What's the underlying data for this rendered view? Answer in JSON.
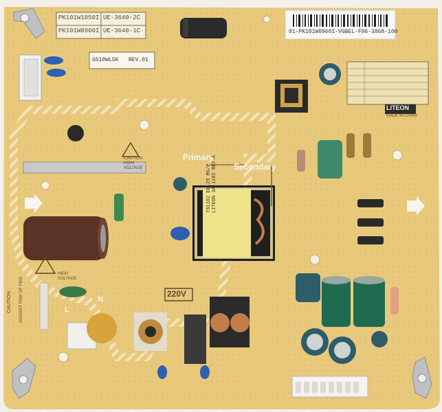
{
  "board": {
    "colors": {
      "pcb": "#e8c97c",
      "silk": "#f4f1ea",
      "trace_pattern": "#dcbf74",
      "cap_dark": "#2d2b2a",
      "cap_blue": "#2e5d6a",
      "cap_green": "#1f6b50",
      "transformer_yellow": "#efe38a",
      "metal": "#b9b9b9",
      "cap_brown": "#5a3326"
    },
    "part_labels": {
      "pk1": "PK101W1050I",
      "pk1_code": "UE-3640-2C",
      "pk2": "PK101W0960I",
      "pk2_code": "UE-3640-1C",
      "barcode_text": "01-PK101W0960I-VGBEL-F06-3868-100",
      "model": "G510WLSK",
      "rev": "REV.01"
    },
    "silkscreen": {
      "primary": "Primary",
      "secondary": "Secondary",
      "voltage": "220V",
      "caution_top": "CAUTION:",
      "high1": "HIGH",
      "voltage_word": "VOLTAGE",
      "caution_bottom": "CAUTION:",
      "high2": "HIGH",
      "voltage_word2": "VOLTAGE",
      "risk_text": "AGAINST RISK OF FIRE",
      "brand": "LITEON",
      "made_in": "MADE IN CHINA",
      "l_mark": "L",
      "n_mark": "N"
    },
    "transformer_text": "T51102 EEL25 MS/P\nLITEON 3A-1182 REV.A"
  }
}
